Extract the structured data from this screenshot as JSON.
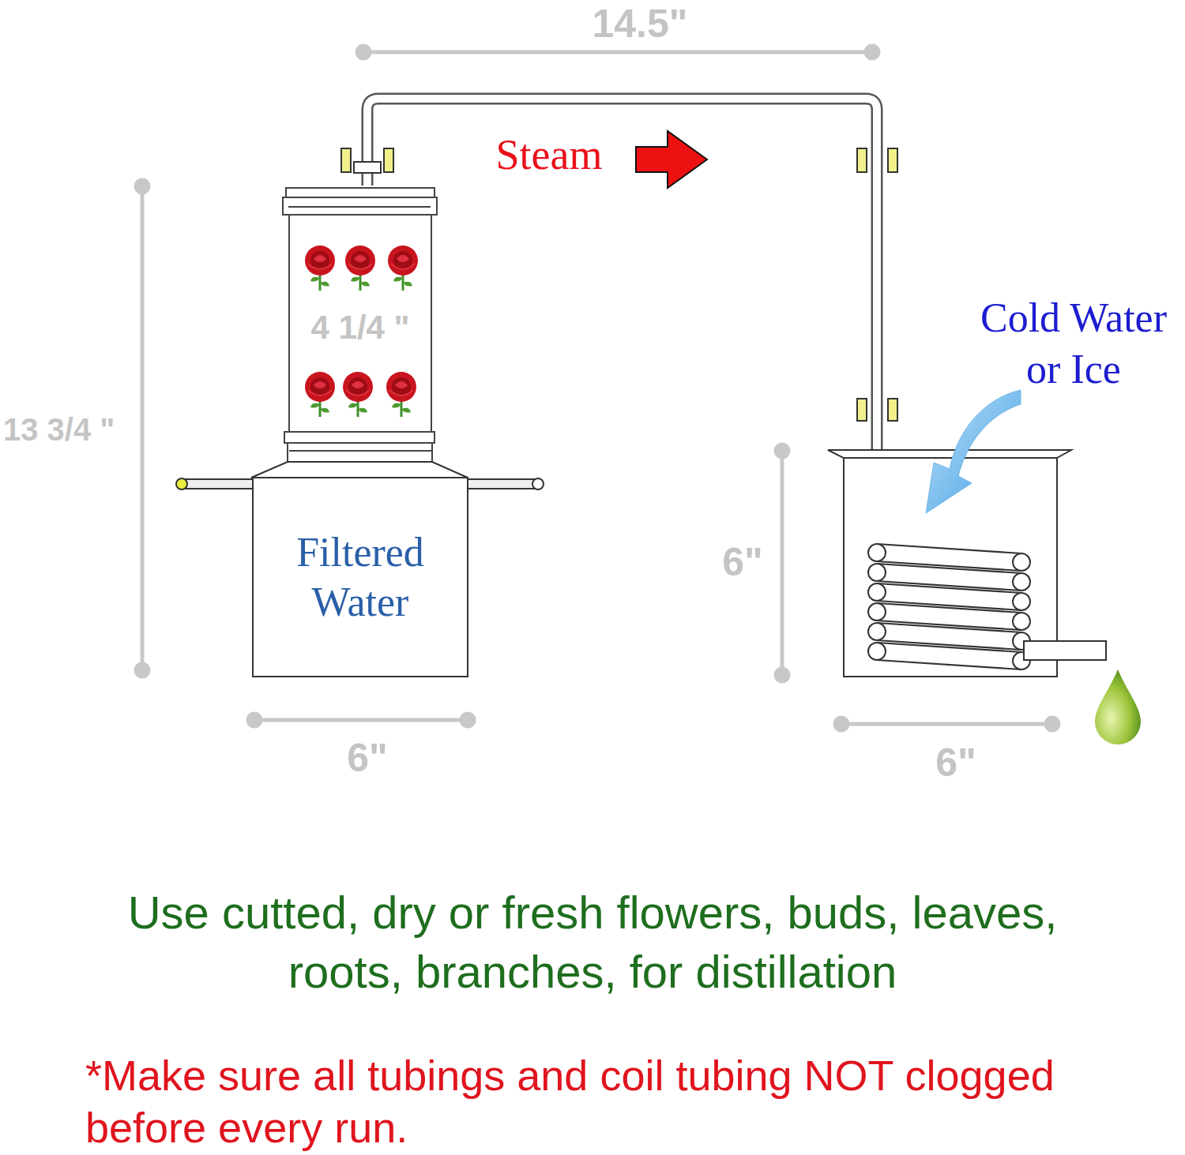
{
  "diagram": {
    "nodes": [
      {
        "text": [
          "Filtered Water"
        ]
      }
    ],
    "labels": [
      "14.5\"",
      "Steam",
      "Cold Water or Ice",
      "4 1/4 \"",
      "13 3/4 \"",
      "6\"",
      "6\"",
      "6\"",
      "Use cutted, dry or fresh flowers, buds, leaves, roots, branches, for distillation",
      "*Make sure all tubings and coil tubing NOT clogged before every run."
    ]
  }
}
